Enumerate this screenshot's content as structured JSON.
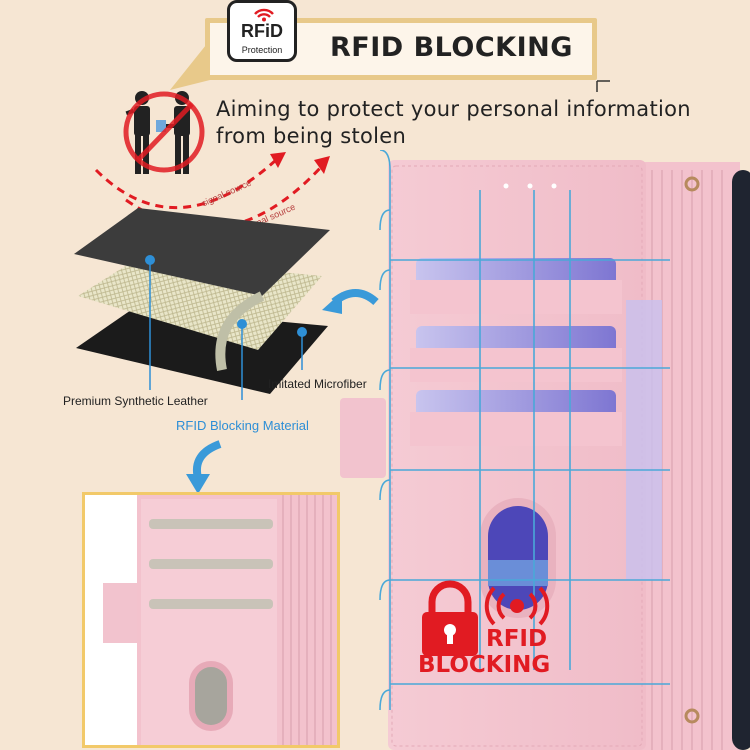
{
  "banner": {
    "title": "RFID BLOCKING",
    "logo_text": "RFiD",
    "logo_subtext": "Protection"
  },
  "subtitle": {
    "line1": "Aiming to protect your personal information",
    "line2": "from being stolen"
  },
  "signal_labels": [
    "signal source",
    "signal source"
  ],
  "layers": {
    "premium": "Premium Synthetic Leather",
    "rfid_material": "RFID Blocking Material",
    "microfiber": "Imitated Microfiber"
  },
  "badge": {
    "line1": "RFID",
    "line2": "BLOCKING"
  },
  "colors": {
    "background": "#f6e6d3",
    "banner_border": "#e8c98a",
    "wallet_pink": "#f4c6d0",
    "guide_blue": "#4aa8d8",
    "alert_red": "#e11b22"
  }
}
